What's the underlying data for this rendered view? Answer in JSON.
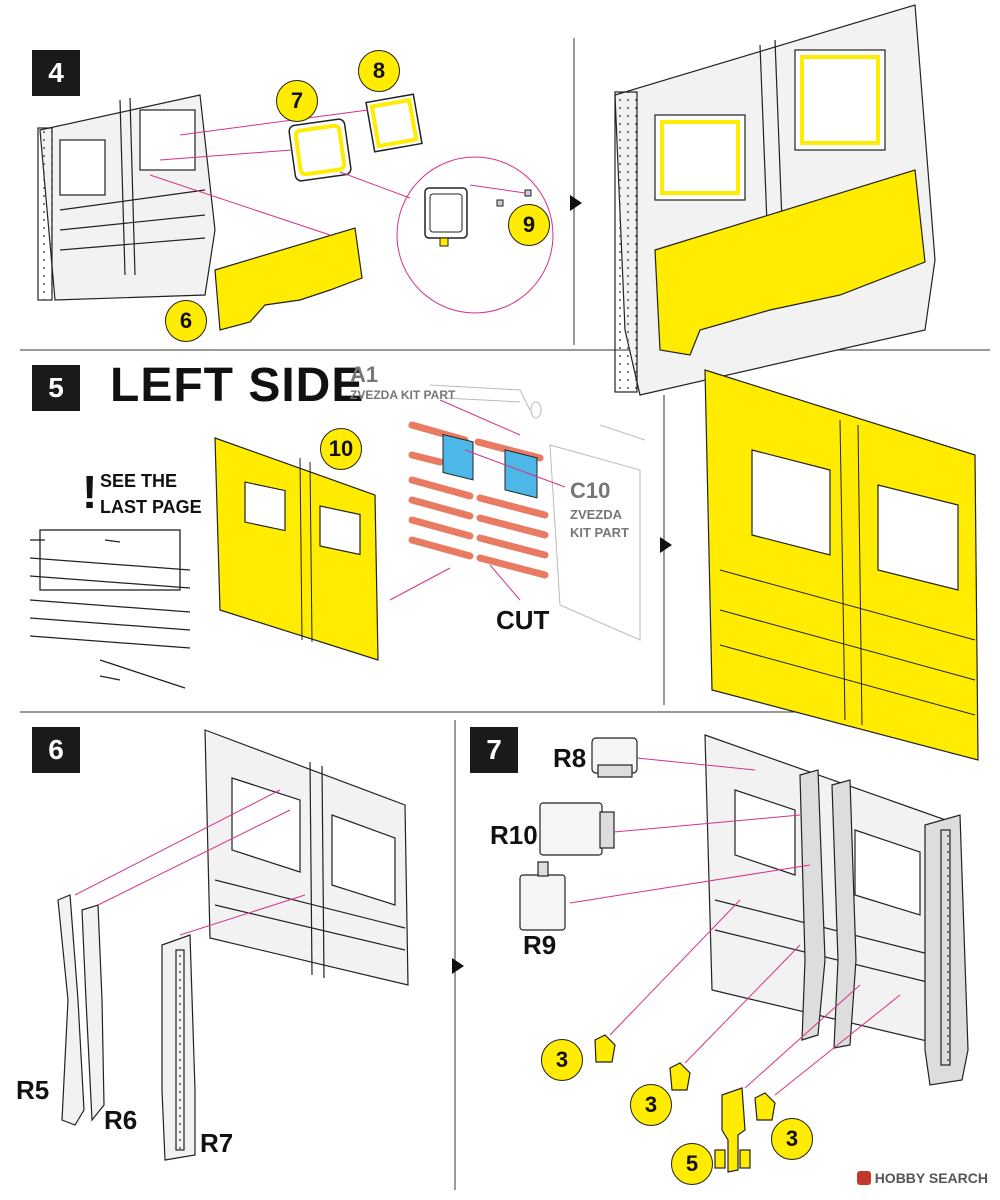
{
  "steps": {
    "s4": "4",
    "s5": "5",
    "s6": "6",
    "s7": "7"
  },
  "step5_title": "LEFT SIDE",
  "note": {
    "mark": "!",
    "line1": "SEE THE",
    "line2": "LAST PAGE"
  },
  "kit_parts": {
    "a1_code": "A1",
    "a1_text": "ZVEZDA KIT PART",
    "c10_code": "C10",
    "c10_line1": "ZVEZDA",
    "c10_line2": "KIT PART"
  },
  "cut_label": "CUT",
  "part_numbers": {
    "p6": "6",
    "p7": "7",
    "p8": "8",
    "p9": "9",
    "p10": "10",
    "p3a": "3",
    "p3b": "3",
    "p3c": "3",
    "p5": "5"
  },
  "resin_parts": {
    "r5": "R5",
    "r6": "R6",
    "r7": "R7",
    "r8": "R8",
    "r9": "R9",
    "r10": "R10"
  },
  "watermark": "HOBBY SEARCH",
  "colors": {
    "highlight": "#ffec00",
    "leader_line": "#d6338a",
    "cut_strip": "#e87b62",
    "glass": "#4db8e8",
    "step_box": "#1a1a1a"
  }
}
